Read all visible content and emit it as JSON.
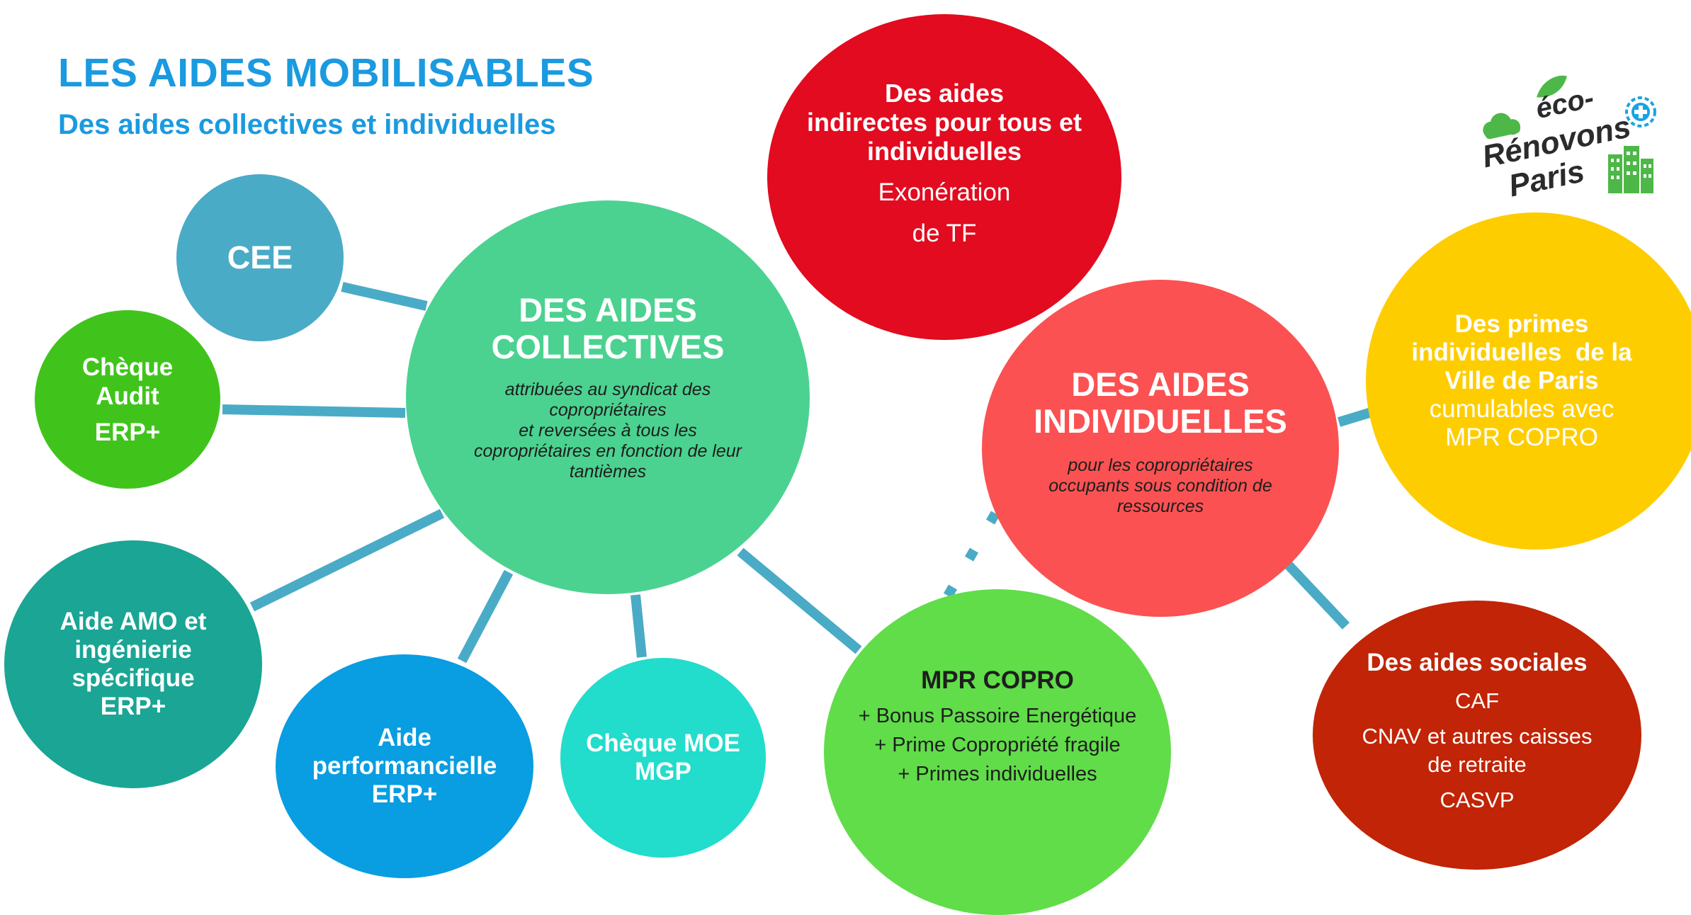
{
  "header": {
    "title": "LES AIDES MOBILISABLES",
    "subtitle": "Des aides collectives et individuelles"
  },
  "logo": {
    "line1": "éco-",
    "line2": "Rénovons",
    "line3": "Paris",
    "icons": [
      "leaf-icon",
      "cloud-icon",
      "sun-icon",
      "buildings-icon"
    ],
    "colors": {
      "text": "#2b2b2b",
      "green": "#4db848",
      "sun": "#1aa3e0"
    }
  },
  "nodes": {
    "cee": {
      "label": "CEE",
      "color": "#4aabc6"
    },
    "cheque_audit": {
      "line1": "Chèque",
      "line2": "Audit",
      "line3": "ERP+",
      "color": "#40c41c"
    },
    "aide_amo": {
      "line1": "Aide AMO et",
      "line2": "ingénierie",
      "line3": "spécifique",
      "line4": "ERP+",
      "color": "#1aa594"
    },
    "aide_perf": {
      "line1": "Aide",
      "line2": "performancielle",
      "line3": "ERP+",
      "color": "#099de2"
    },
    "cheque_moe": {
      "line1": "Chèque MOE",
      "line2": "MGP",
      "color": "#22dccc"
    },
    "collectives": {
      "title1": "DES AIDES",
      "title2": "COLLECTIVES",
      "desc1": "attribuées au syndicat des",
      "desc2": "copropriétaires",
      "desc3": "et reversées à tous les",
      "desc4": "copropriétaires en fonction de leur",
      "desc5": "tantièmes",
      "color": "#4bd290"
    },
    "indirectes": {
      "line1": "Des aides",
      "line2": "indirectes pour tous et",
      "line3": "individuelles",
      "line4": "Exonération",
      "line5": "de TF",
      "color": "#e20b1f"
    },
    "individuelles": {
      "title1": "DES AIDES",
      "title2": "INDIVIDUELLES",
      "desc1": "pour les copropriétaires",
      "desc2": "occupants sous condition de",
      "desc3": "ressources",
      "color": "#fb5152"
    },
    "primes_paris": {
      "line1": "Des primes",
      "line2": "individuelles  de la",
      "line3": "Ville de Paris",
      "line4": "cumulables avec",
      "line5": "MPR COPRO",
      "color": "#fecd00"
    },
    "mpr_copro": {
      "title": "MPR COPRO",
      "line1": "+ Bonus Passoire Energétique",
      "line2": "+ Prime Copropriété fragile",
      "line3": "+ Primes individuelles",
      "color": "#60dd49"
    },
    "sociales": {
      "title": "Des aides sociales",
      "line1": "CAF",
      "line2": "CNAV et autres caisses",
      "line3": "de retraite",
      "line4": "CASVP",
      "color": "#c12406"
    }
  },
  "connector_color": "#4aabc6"
}
